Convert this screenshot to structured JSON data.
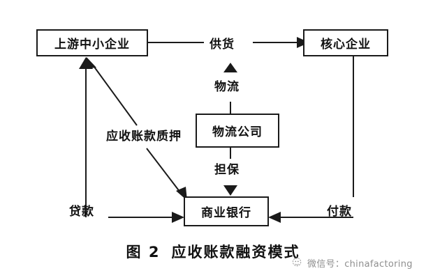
{
  "figure": {
    "caption_number": "图 2",
    "caption_title": "应收账款融资模式"
  },
  "diagram": {
    "type": "flow-diagram",
    "nodes": [
      {
        "id": "upstream-sme",
        "label": "上游中小企业"
      },
      {
        "id": "core-enterprise",
        "label": "核心企业"
      },
      {
        "id": "logistics-company",
        "label": "物流公司"
      },
      {
        "id": "commercial-bank",
        "label": "商业银行"
      }
    ],
    "edge_labels": {
      "supply": "供货",
      "logistics": "物流",
      "guarantee": "担保",
      "ar_pledge": "应收账款质押",
      "loan": "贷款",
      "payment": "付款"
    },
    "edges": [
      {
        "from": "upstream-sme",
        "to": "core-enterprise",
        "label": "供货",
        "direction": "right"
      },
      {
        "from": "logistics-company",
        "to": "supply-line",
        "label": "物流",
        "direction": "up"
      },
      {
        "from": "logistics-company",
        "to": "commercial-bank",
        "label": "担保",
        "direction": "down"
      },
      {
        "from": "ar-pledge-origin",
        "to": "upstream-sme",
        "label": "应收账款质押",
        "direction": "up-left"
      },
      {
        "from": "ar-pledge-origin",
        "to": "commercial-bank",
        "label": "应收账款质押",
        "direction": "down-right"
      },
      {
        "from": "commercial-bank",
        "to": "upstream-sme",
        "label": "贷款",
        "direction": "up"
      },
      {
        "from": "core-enterprise",
        "to": "commercial-bank",
        "label": "付款",
        "direction": "left"
      }
    ],
    "colors": {
      "stroke": "#1a1a1a",
      "background": "#ffffff",
      "text": "#111111"
    }
  },
  "watermark": {
    "text": "微信号：chinafactoring",
    "icon": "wechat-logo-icon",
    "color": "#8f8f8f"
  }
}
